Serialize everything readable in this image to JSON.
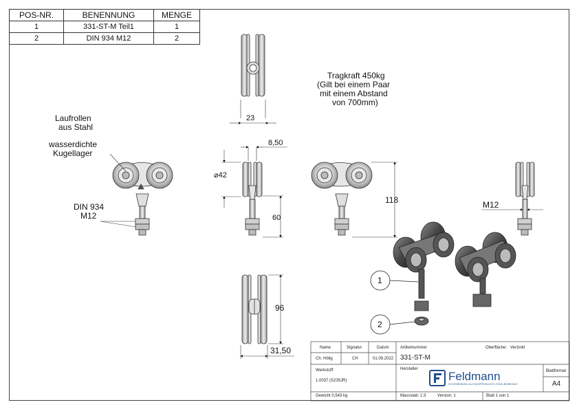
{
  "parts_table": {
    "headers": [
      "POS-NR.",
      "BENENNUNG",
      "MENGE"
    ],
    "rows": [
      [
        "1",
        "331-ST-M Teil1",
        "1"
      ],
      [
        "2",
        "DIN 934 M12",
        "2"
      ]
    ]
  },
  "notes": {
    "load_line1": "Tragkraft 450kg",
    "load_line2": "(Gilt bei einem Paar",
    "load_line3": "mit einem Abstand",
    "load_line4": "von 700mm)",
    "rollers_line1": "Laufrollen",
    "rollers_line2": "aus Stahl",
    "bearings_line1": "wasserdichte",
    "bearings_line2": "Kugellager",
    "nut_line1": "DIN 934",
    "nut_line2": "M12"
  },
  "dimensions": {
    "width_top": "23",
    "offset": "8,50",
    "diameter": "⌀42",
    "height_total": "118",
    "stem": "60",
    "thread": "M12",
    "height_bottom": "96",
    "width_bottom": "31,50"
  },
  "balloons": [
    "1",
    "2"
  ],
  "title_block": {
    "name_label": "Name",
    "signature_label": "Signatur",
    "date_label": "Datum",
    "article_label": "Artikelnummer",
    "surface_label": "Oberfläche:",
    "surface_value": "Verzinkt",
    "name_value": "Ch. Hölig",
    "signature_value": "CH",
    "date_value": "01.09.2022",
    "article_value": "331-ST-M",
    "material_label": "Werkstoff:",
    "material_value": "1.0037 (S235JR)",
    "manufacturer_label": "Hersteller",
    "logo_text": "Feldmann",
    "logo_tagline": "SCHIEBEWAND-ALLTAGSPRODUKTE-STAHLBEIBEHALT",
    "format_label": "Blattformat",
    "format_value": "A4",
    "weight": "Gewicht 0,543 kg",
    "scale": "Massstab: 1:3",
    "version": "Version: 1",
    "sheet": "Blatt 1 von 1"
  }
}
